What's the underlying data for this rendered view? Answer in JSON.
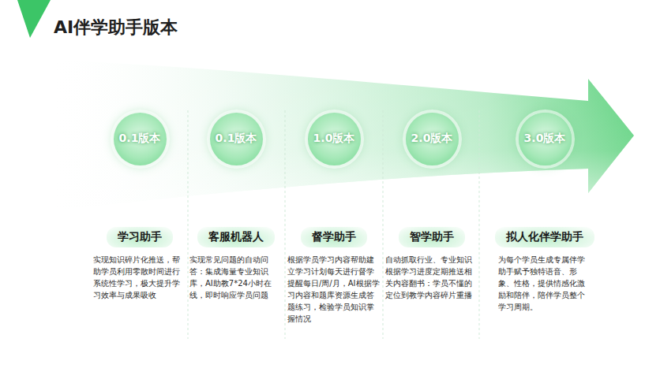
{
  "diagram": {
    "title": "AI伴学助手版本",
    "nodes": [
      {
        "text": [
          "0.1版本"
        ]
      },
      {
        "text": [
          "学习助手",
          "实现知识碎片化推送，帮助学员利用零散时间进行系统性学习，极大提升学习效率与成果吸收"
        ]
      },
      {
        "text": [
          "0.1版本"
        ]
      },
      {
        "text": [
          "客服机器人",
          "实现常见问题的自动问答：集成海量专业知识库，AI助教7*24小时在线，即时响应学员问题"
        ]
      },
      {
        "text": [
          "1.0版本"
        ]
      },
      {
        "text": [
          "督学助手",
          "根据学员学习内容帮助建立学习计划每天进行督学提醒每日/周/月，AI根据学习内容和题库资源生成答题练习，检验学员知识掌握情况"
        ]
      },
      {
        "text": [
          "2.0版本"
        ]
      },
      {
        "text": [
          "智学助手",
          "自动抓取行业、专业知识根据学习进度定期推送相关内容翻书：学员不懂的定位到教学内容碎片重播"
        ]
      },
      {
        "text": [
          "3.0版本"
        ]
      },
      {
        "text": [
          "拟人化伴学助手",
          "为每个学员生成专属伴学助手赋予独特语音、形象、性格，提供情感化激励和陪伴，陪伴学员整个学习周期。"
        ]
      }
    ]
  }
}
